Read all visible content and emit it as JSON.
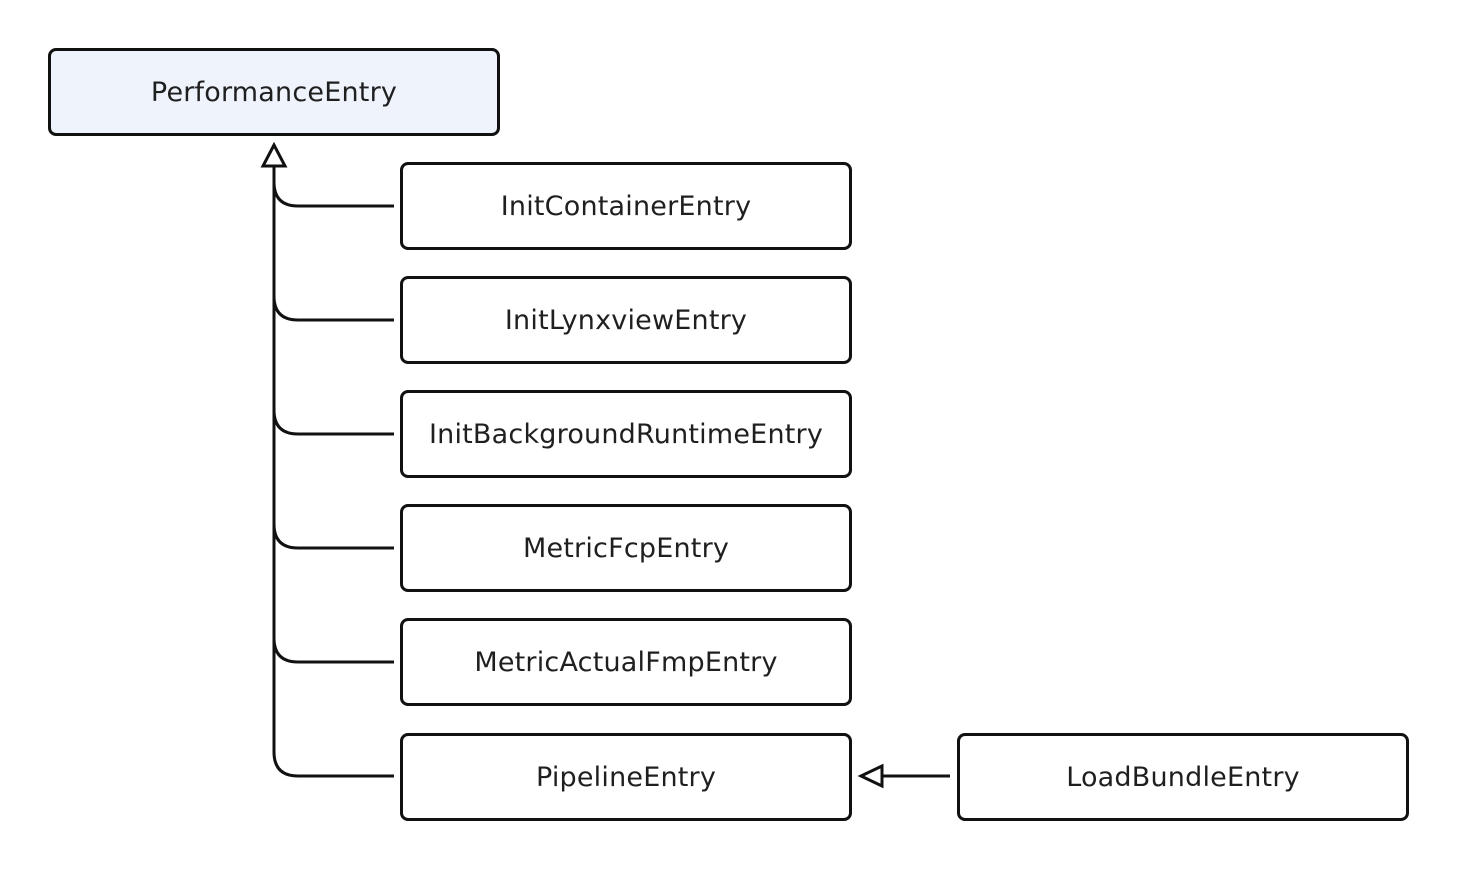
{
  "diagram": {
    "type": "class-inheritance",
    "nodes": [
      {
        "id": "performance_entry",
        "label": "PerformanceEntry"
      },
      {
        "id": "init_container_entry",
        "label": "InitContainerEntry"
      },
      {
        "id": "init_lynxview_entry",
        "label": "InitLynxviewEntry"
      },
      {
        "id": "init_background_runtime_entry",
        "label": "InitBackgroundRuntimeEntry"
      },
      {
        "id": "metric_fcp_entry",
        "label": "MetricFcpEntry"
      },
      {
        "id": "metric_actual_fmp_entry",
        "label": "MetricActualFmpEntry"
      },
      {
        "id": "pipeline_entry",
        "label": "PipelineEntry"
      },
      {
        "id": "load_bundle_entry",
        "label": "LoadBundleEntry"
      }
    ],
    "edges": [
      {
        "from": "init_container_entry",
        "to": "performance_entry",
        "relation": "extends"
      },
      {
        "from": "init_lynxview_entry",
        "to": "performance_entry",
        "relation": "extends"
      },
      {
        "from": "init_background_runtime_entry",
        "to": "performance_entry",
        "relation": "extends"
      },
      {
        "from": "metric_fcp_entry",
        "to": "performance_entry",
        "relation": "extends"
      },
      {
        "from": "metric_actual_fmp_entry",
        "to": "performance_entry",
        "relation": "extends"
      },
      {
        "from": "pipeline_entry",
        "to": "performance_entry",
        "relation": "extends"
      },
      {
        "from": "load_bundle_entry",
        "to": "pipeline_entry",
        "relation": "extends"
      }
    ],
    "colors": {
      "root_fill": "#eef3fc",
      "node_fill": "#ffffff",
      "stroke": "#111111",
      "text": "#1f1f1f"
    }
  }
}
